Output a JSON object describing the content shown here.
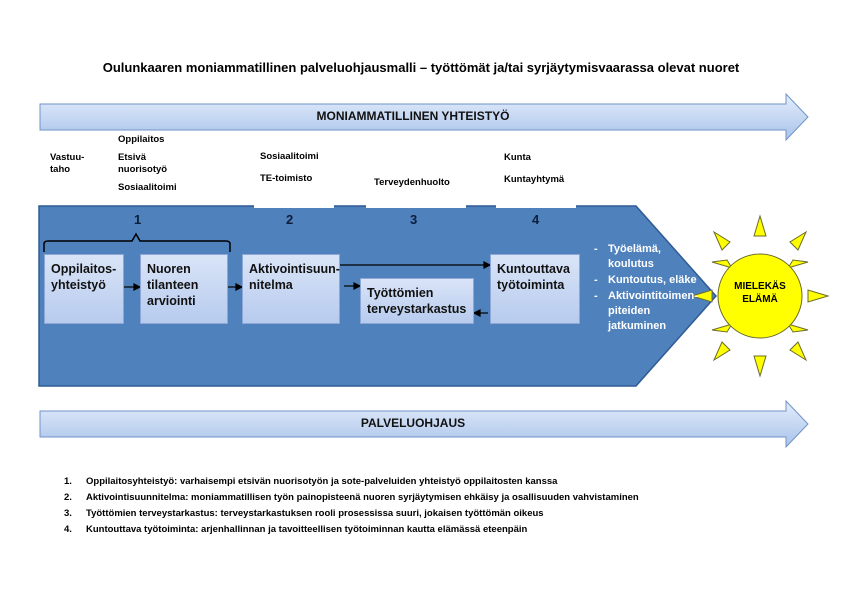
{
  "title": "Oulunkaaren moniammatillinen palveluohjausmalli – työttömät ja/tai syrjäytymisvaarassa olevat nuoret",
  "top_band": "MONIAMMATILLINEN YHTEISTYÖ",
  "bottom_band": "PALVELUOHJAUS",
  "responsibility": {
    "label": "Vastuu-\ntaho",
    "col1": [
      "Oppilaitos",
      "Etsivä nuorisotyö",
      "Sosiaalitoimi"
    ],
    "col2": [
      "Sosiaalitoimi",
      "TE-toimisto"
    ],
    "col3": [
      "Terveydenhuolto"
    ],
    "col4": [
      "Kunta",
      "Kuntayhtymä"
    ]
  },
  "stage_numbers": [
    "1",
    "2",
    "3",
    "4"
  ],
  "boxes": {
    "b1": "Oppilaitos-\nyhteistyö",
    "b2": "Nuoren\ntilanteen\narviointi",
    "b3": "Aktivointisuun-\nnitelma",
    "b4": "Työttömien\nterveystarkastus",
    "b5": "Kuntouttava\ntyötoiminta"
  },
  "outcomes": [
    "Työelämä, koulutus",
    "Kuntoutus, eläke",
    "Aktivointitoimen-piteiden jatkuminen"
  ],
  "sun_label": "MIELEKÄS\nELÄMÄ",
  "notes": [
    {
      "n": "1.",
      "text": "Oppilaitosyhteistyö: varhaisempi etsivän nuorisotyön ja sote-palveluiden yhteistyö oppilaitosten kanssa"
    },
    {
      "n": "2.",
      "text": "Aktivointisuunnitelma: moniammatillisen työn painopisteenä nuoren syrjäytymisen ehkäisy ja osallisuuden vahvistaminen"
    },
    {
      "n": "3.",
      "text": "Työttömien terveystarkastus: terveystarkastuksen rooli prosessissa suuri, jokaisen työttömän oikeus"
    },
    {
      "n": "4.",
      "text": "Kuntouttava työtoiminta: arjenhallinnan ja tavoitteellisen työtoiminnan kautta elämässä eteenpäin"
    }
  ],
  "colors": {
    "panel": "#4f81bd",
    "band": "#c6d9f5",
    "sun": "#ffff00"
  }
}
